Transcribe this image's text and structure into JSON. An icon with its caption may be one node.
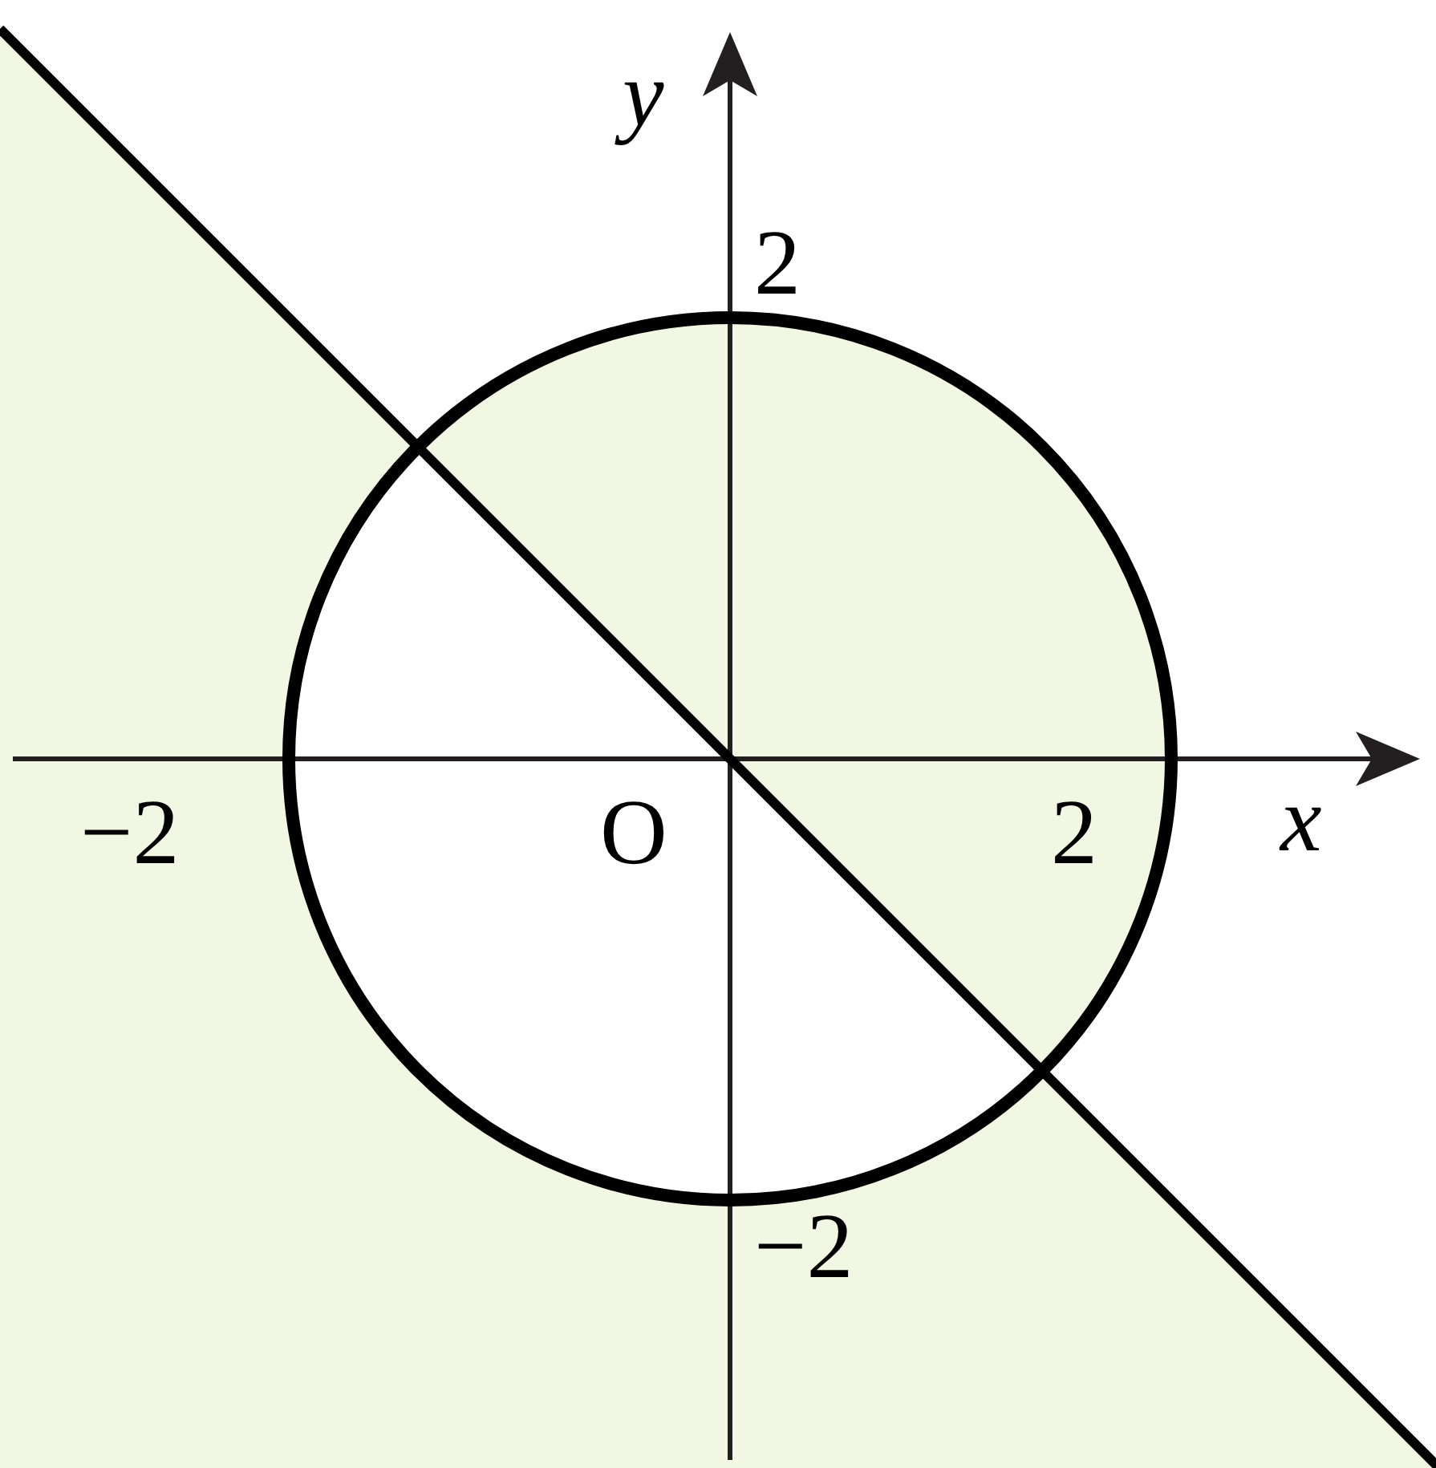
{
  "diagram": {
    "labels": [
      "y",
      "2",
      "−2",
      "O",
      "2",
      "x",
      "−2"
    ]
  }
}
